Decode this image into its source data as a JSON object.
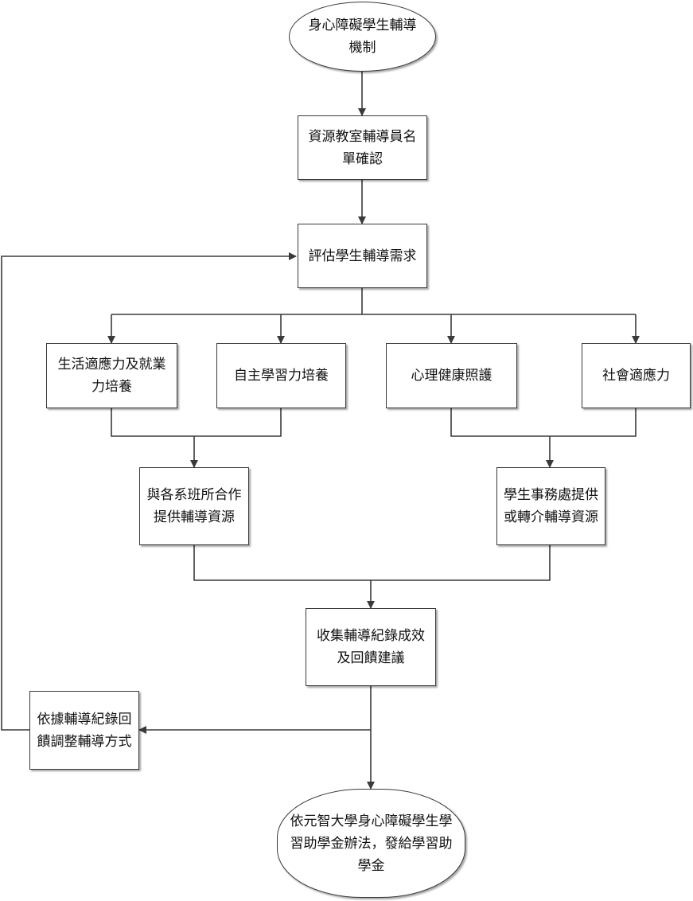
{
  "nodes": {
    "start": "身心障礙學生輔導機制",
    "confirm_list": "資源教室輔導員名單確認",
    "assess_needs": "評估學生輔導需求",
    "life_adapt": "生活適應力及就業力培養",
    "self_learning": "自主學習力培養",
    "mental_health": "心理健康照護",
    "social_adapt": "社會適應力",
    "dept_cooperation": "與各系班所合作提供輔導資源",
    "student_affairs": "學生事務處提供或轉介輔導資源",
    "collect_records": "收集輔導紀錄成效及回饋建議",
    "adjust_method": "依據輔導紀錄回饋調整輔導方式",
    "end": "依元智大學身心障礙學生學習助學金辦法，發給學習助學金"
  },
  "colors": {
    "line": "#3a3a3a",
    "border": "#3a3a3a",
    "fill": "#ffffff"
  }
}
